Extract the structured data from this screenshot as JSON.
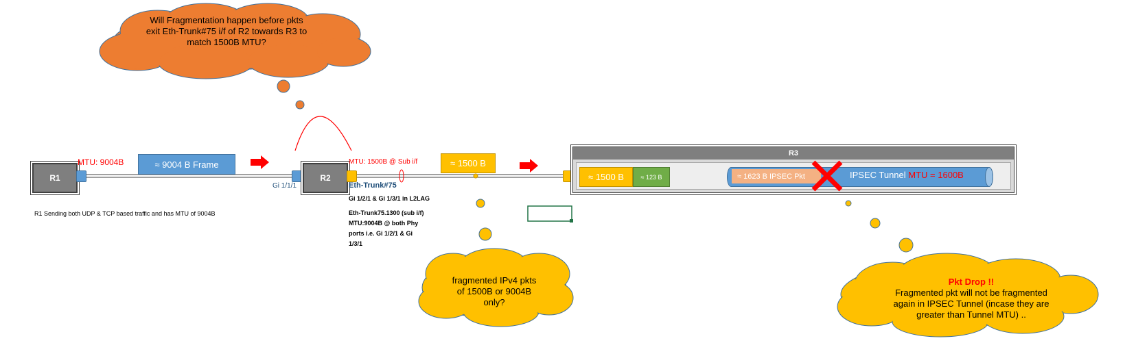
{
  "routers": {
    "r1": "R1",
    "r2": "R2",
    "r3": "R3"
  },
  "labels": {
    "r1_mtu": "MTU: 9004B",
    "frame": "≈ 9004 B Frame",
    "r2_port": "Gi 1/1/1",
    "r2_mtu": "MTU: 1500B @ Sub i/f",
    "frame_1500": "≈ 1500 B",
    "eth_trunk": "Eth-Trunk#75",
    "r1_note": "R1 Sending both UDP & TCP based traffic and has MTU of 9004B",
    "lag_note_1": "Gi 1/2/1 & Gi 1/3/1 in L2LAG",
    "lag_note_2": "Eth-Trunk75.1300 (sub i/f)",
    "lag_note_3": "MTU:9004B @ both Phy",
    "lag_note_4": "ports i.e. Gi 1/2/1 & Gi",
    "lag_note_5": "1/3/1",
    "r3_frag1": "≈ 1500 B",
    "r3_frag2": "≈ 123 B",
    "ipsec_pkt": "≈ 1623 B IPSEC Pkt",
    "ipsec_tunnel_prefix": "IPSEC Tunnel ",
    "ipsec_tunnel_mtu": "MTU = 1600B"
  },
  "clouds": {
    "top_line1": "Will Fragmentation happen before pkts",
    "top_line2": "exit Eth-Trunk#75 i/f of R2 towards R3 to",
    "top_line3": "match 1500B MTU?",
    "mid_line1": "fragmented IPv4 pkts",
    "mid_line2": "of 1500B or 9004B",
    "mid_line3": "only?",
    "right_title": "Pkt Drop !!",
    "right_line1": "Fragmented pkt will not be fragmented",
    "right_line2": "again in IPSEC Tunnel (incase they are",
    "right_line3": "greater than Tunnel MTU) .."
  },
  "colors": {
    "orange": "#ed7d31",
    "gold": "#ffc000",
    "blue": "#5b9bd5",
    "green": "#70ad47",
    "peach": "#f4b183",
    "red": "#ff0000",
    "gray": "#7f7f7f"
  }
}
